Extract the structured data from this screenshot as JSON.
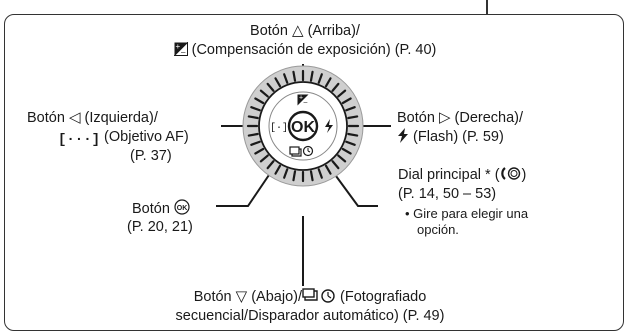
{
  "labels": {
    "up_line1_prefix": "Botón",
    "up_line1_symbol": "△",
    "up_line1_suffix": "(Arriba)/",
    "up_line2": "(Compensación de exposición) (P. 40)",
    "left_line1_prefix": "Botón",
    "left_line1_symbol": "◁",
    "left_line1_suffix": "(Izquierda)/",
    "left_line2": "(Objetivo AF)",
    "left_line3": "(P. 37)",
    "right_line1_prefix": "Botón",
    "right_line1_symbol": "▷",
    "right_line1_suffix": "(Derecha)/",
    "right_line2": "(Flash) (P. 59)",
    "ok_line1": "Botón",
    "ok_symbol": "OK",
    "ok_line2": "(P. 20, 21)",
    "dial_line1": "Dial principal * (",
    "dial_line1_end": ")",
    "dial_line2": "(P. 14, 50 – 53)",
    "dial_note_line1": "• Gire para elegir una",
    "dial_note_line2": "opción.",
    "down_line1_prefix": "Botón",
    "down_line1_symbol": "▽",
    "down_line1_suffix": "(Abajo)/",
    "down_line1_end": "(Fotografiado",
    "down_line2": "secuencial/Disparador automático) (P. 49)"
  },
  "dial_center_text": "OK",
  "icons": [
    "triangle-up-icon",
    "exposure-compensation-icon",
    "triangle-left-icon",
    "af-target-icon",
    "triangle-right-icon",
    "flash-icon",
    "ok-button-icon",
    "main-dial-icon",
    "triangle-down-icon",
    "sequential-shooting-icon",
    "self-timer-icon"
  ],
  "colors": {
    "line": "#1a1a1a",
    "dial_gray": "#c8c8c8",
    "background": "#ffffff"
  }
}
